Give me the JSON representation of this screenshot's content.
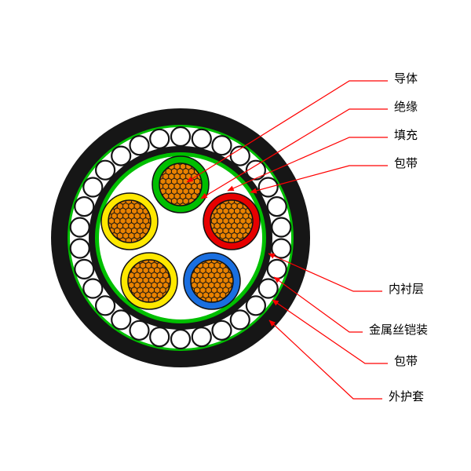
{
  "figure": {
    "labels": [
      {
        "id": "conductor",
        "text": "导体"
      },
      {
        "id": "insulation",
        "text": "绝缘"
      },
      {
        "id": "filling",
        "text": "填充"
      },
      {
        "id": "tape-inner",
        "text": "包带"
      },
      {
        "id": "inner-covering",
        "text": "内衬层"
      },
      {
        "id": "wire-armor",
        "text": "金属丝铠装"
      },
      {
        "id": "tape-outer",
        "text": "包带"
      },
      {
        "id": "outer-sheath",
        "text": "外护套"
      }
    ]
  },
  "structure": {
    "cores": 5,
    "armor_wires": 30
  },
  "colors": {
    "background": "#ffffff",
    "sheath": "#161616",
    "inner_covering": "#161616",
    "tape": "#00bf00",
    "armor_wire_fill": "#ffffff",
    "outline": "#111111",
    "conductor": "#ea8200",
    "cores": [
      "#00bf00",
      "#e60000",
      "#1a6fe0",
      "#ffe800",
      "#ffe800"
    ],
    "leader": "#ff0000",
    "label_text": "#000000"
  }
}
